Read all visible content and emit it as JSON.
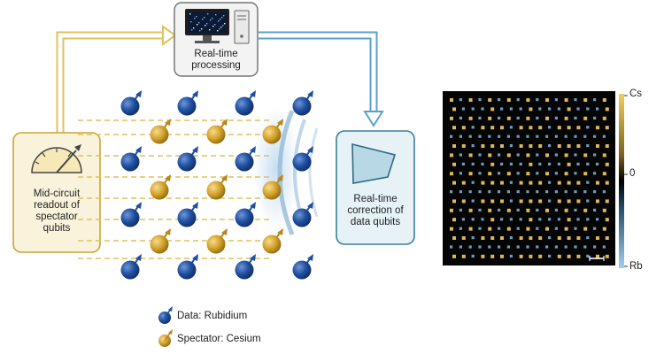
{
  "processing": {
    "label": "Real-time\nprocessing",
    "icon": "computer-icon"
  },
  "readout": {
    "label": "Mid-circuit\nreadout of\nspectator\nqubits",
    "icon": "gauge-icon"
  },
  "correction": {
    "label": "Real-time\ncorrection of\ndata qubits",
    "icon": "correction-shape-icon"
  },
  "legend": {
    "data": {
      "label": "Data: Rubidium",
      "color": "#1f4fa0"
    },
    "spectator": {
      "label": "Spectator: Cesium",
      "color": "#d4a22a"
    }
  },
  "colorbar": {
    "top": "Cs",
    "mid": "0",
    "bottom": "Rb"
  },
  "colors": {
    "readout_path": "#e2c15c",
    "correction_path": "#5aa3c7",
    "box_border_readout": "#c9a638",
    "box_border_correction": "#3f7f99",
    "box_fill_readout": "#faf3dc",
    "box_fill_correction": "#e6f2f6",
    "box_fill_processing": "#f3f3f3",
    "image_bg": "#050505"
  }
}
